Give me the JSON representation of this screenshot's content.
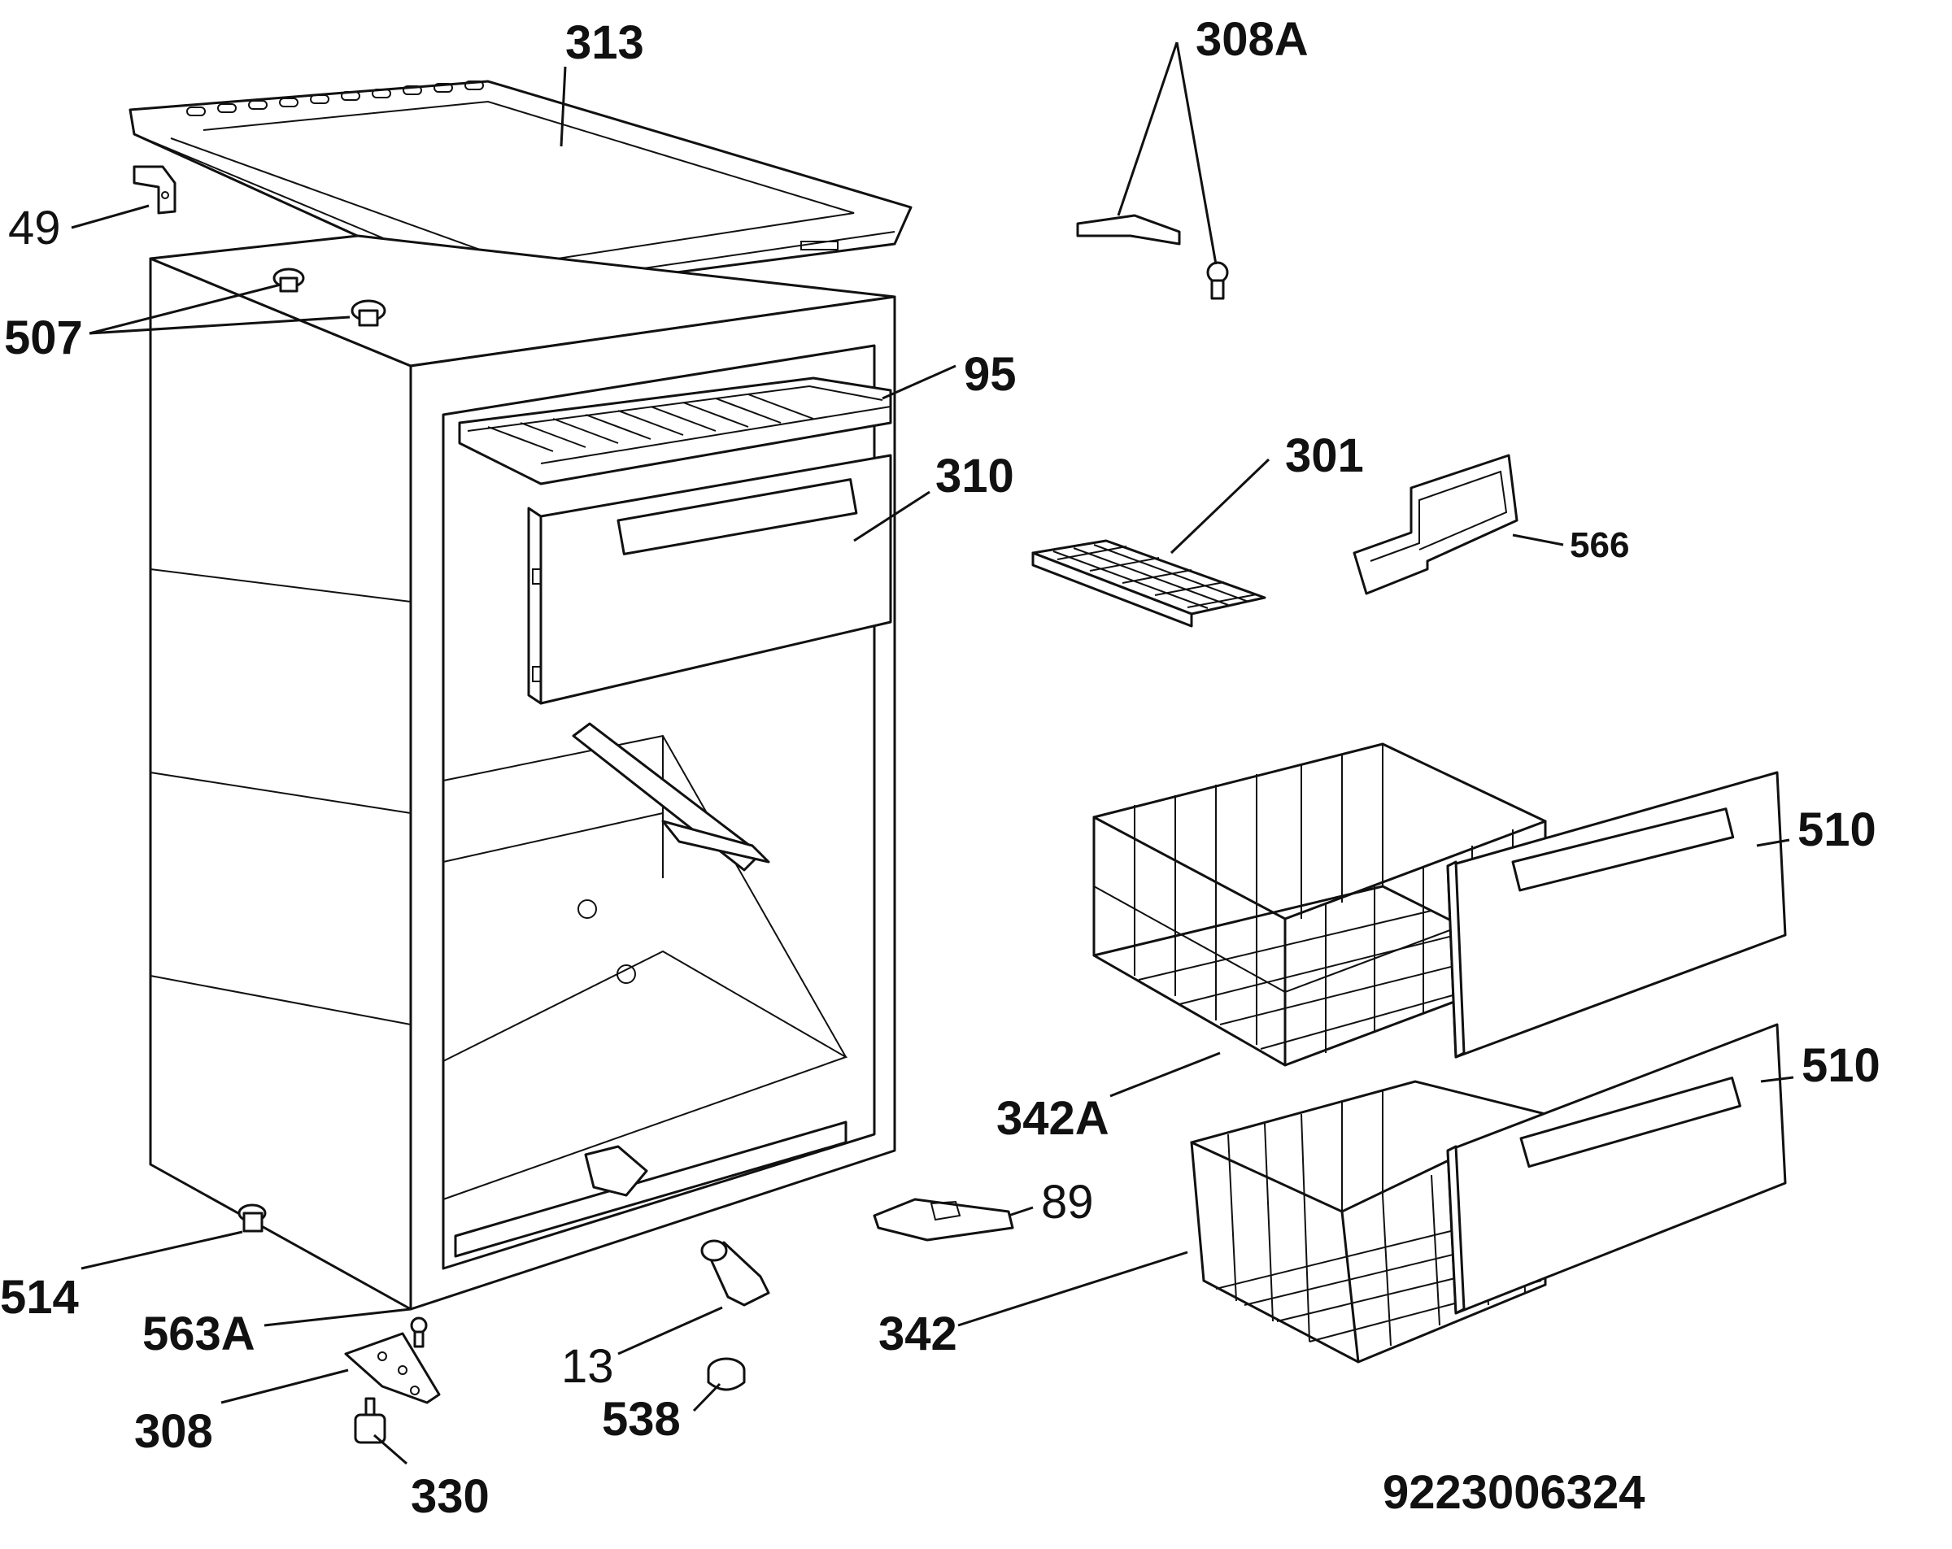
{
  "labels": {
    "p313": "313",
    "p308A": "308A",
    "p49": "49",
    "p507": "507",
    "p95": "95",
    "p310": "310",
    "p301": "301",
    "p566": "566",
    "p510_upper": "510",
    "p510_lower": "510",
    "p342A": "342A",
    "p342": "342",
    "p89": "89",
    "p514": "514",
    "p563A": "563A",
    "p308": "308",
    "p330": "330",
    "p13": "13",
    "p538": "538"
  },
  "document_number": "9223006324"
}
